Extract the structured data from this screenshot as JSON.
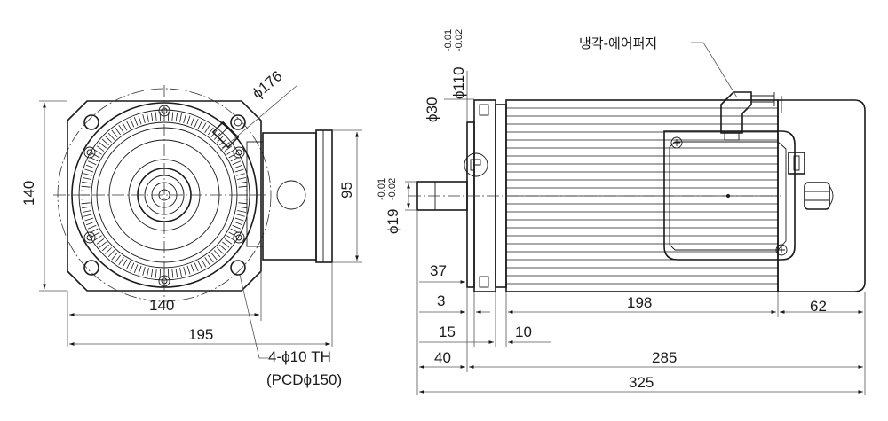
{
  "front_view": {
    "dia_pcd": "ϕ176",
    "height_140": "140",
    "width_140": "140",
    "width_195": "195",
    "height_95": "95",
    "holes_label": "4-ϕ10 TH",
    "pcd_label": "(PCDϕ150)"
  },
  "side_view": {
    "dia_30": "ϕ30",
    "dia_110": "ϕ110",
    "dia_110_tol_upper": "-0.01",
    "dia_110_tol_lower": "-0.02",
    "dia_19": "ϕ19",
    "dia_19_tol_upper": "-0.01",
    "dia_19_tol_lower": "-0.02",
    "cooling_label": "냉각-에어퍼지",
    "dim_37": "37",
    "dim_3": "3",
    "dim_198": "198",
    "dim_62": "62",
    "dim_15": "15",
    "dim_10": "10",
    "dim_40": "40",
    "dim_285": "285",
    "dim_325": "325"
  }
}
